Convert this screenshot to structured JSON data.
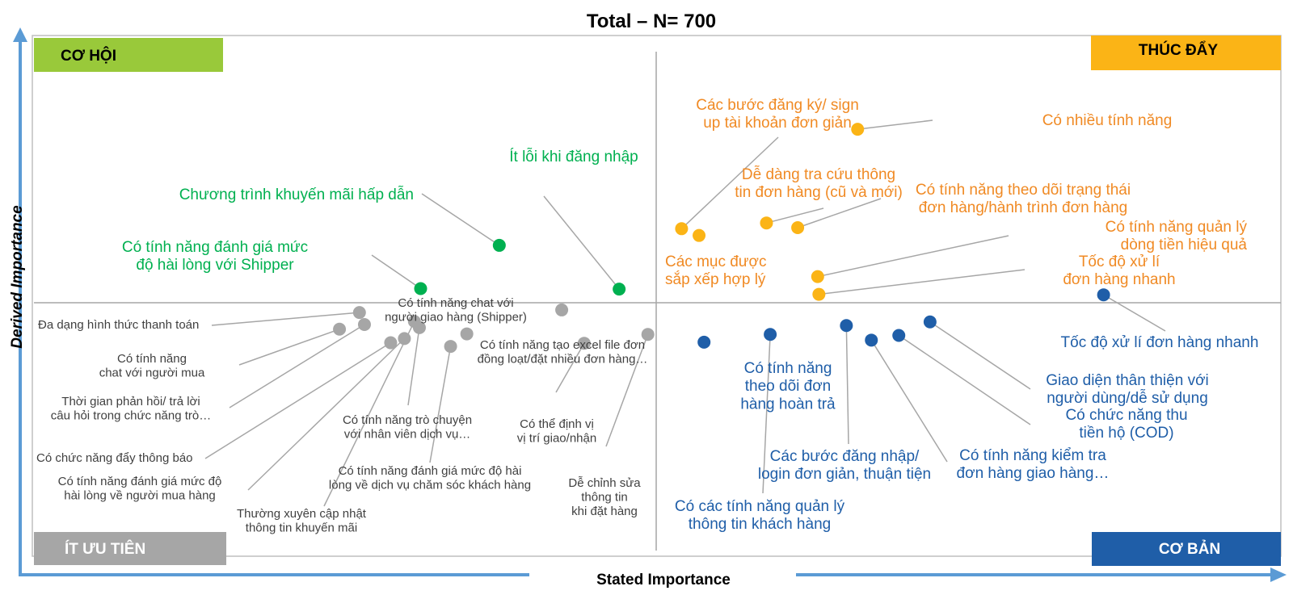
{
  "chart_data": {
    "type": "scatter",
    "title": "Total – N= 700",
    "xlabel": "Stated Importance",
    "ylabel": "Derived Importance",
    "xlim": [
      0,
      100
    ],
    "ylim": [
      0,
      100
    ],
    "grid": false,
    "quadrants": [
      {
        "key": "top_left",
        "label": "CƠ HỘI",
        "color": "#99C93A"
      },
      {
        "key": "top_right",
        "label": "THÚC ĐẨY",
        "color": "#FBB416"
      },
      {
        "key": "bottom_left",
        "label": "ÍT ƯU TIÊN",
        "color": "#A6A6A6"
      },
      {
        "key": "bottom_right",
        "label": "CƠ BẢN",
        "color": "#1F5EA8"
      }
    ],
    "series": [
      {
        "quadrant": "top_left",
        "color": "#00B050",
        "points": [
          {
            "label": "Chương trình khuyến mãi hấp dẫn",
            "x": 37.4,
            "y": 59.7
          },
          {
            "label": "Ít lỗi khi đăng nhập",
            "x": 47.0,
            "y": 51.3
          },
          {
            "label": "Có tính năng đánh giá mức độ hài lòng với Shipper",
            "x": 31.1,
            "y": 51.4
          }
        ]
      },
      {
        "quadrant": "top_right",
        "color": "#FBB416",
        "points": [
          {
            "label": "Có nhiều tính năng",
            "x": 66.1,
            "y": 82.0
          },
          {
            "label": "Các bước đăng ký/ sign up tài khoản đơn giản",
            "x": 52.0,
            "y": 62.9
          },
          {
            "label": "Các mục được sắp xếp hợp lý",
            "x": 53.4,
            "y": 61.6
          },
          {
            "label": "Dễ dàng tra cứu thông tin đơn hàng (cũ và mới)",
            "x": 58.8,
            "y": 64.0
          },
          {
            "label": "Có tính năng theo dõi trạng thái đơn hàng/hành trình đơn hàng",
            "x": 61.3,
            "y": 63.1
          },
          {
            "label": "Có tính năng quản lý dòng tiền hiệu quả",
            "x": 62.9,
            "y": 53.7
          },
          {
            "label": "Tốc độ xử lí đơn hàng nhanh",
            "x": 63.0,
            "y": 50.3
          }
        ]
      },
      {
        "quadrant": "bottom_right",
        "color": "#1F5EA8",
        "points": [
          {
            "label": "Tốc độ xử lí đơn hàng nhanh",
            "x": 85.8,
            "y": 50.2
          },
          {
            "label": "Có tính năng theo dõi đơn hàng hoàn trả",
            "x": 53.8,
            "y": 41.1
          },
          {
            "label": "Có các tính năng quản lý thông tin khách hàng",
            "x": 59.1,
            "y": 42.6
          },
          {
            "label": "Các bước đăng nhập/ login đơn giản, thuận tiện",
            "x": 65.2,
            "y": 44.3
          },
          {
            "label": "Có tính năng kiểm tra đơn hàng giao hàng…",
            "x": 67.2,
            "y": 41.5
          },
          {
            "label": "Có chức năng thu tiền hộ (COD)",
            "x": 69.4,
            "y": 42.4
          },
          {
            "label": "Giao diện thân thiện với người dùng/dễ sử dụng",
            "x": 71.9,
            "y": 45.0
          }
        ]
      },
      {
        "quadrant": "bottom_left",
        "color": "#A6A6A6",
        "points": [
          {
            "label": "Đa dạng hình thức thanh toán",
            "x": 26.2,
            "y": 46.8
          },
          {
            "label": "Có tính năng chat với người mua",
            "x": 24.6,
            "y": 43.6
          },
          {
            "label": "Thời gian phản hồi/ trả lời câu hỏi trong chức năng trò…",
            "x": 26.6,
            "y": 44.5
          },
          {
            "label": "Có chức năng đẩy thông báo",
            "x": 28.7,
            "y": 41.0
          },
          {
            "label": "Có tính năng đánh giá mức độ hài lòng về người mua hàng",
            "x": 29.8,
            "y": 41.8
          },
          {
            "label": "Thường xuyên cập nhật thông tin khuyến mãi",
            "x": 30.6,
            "y": 45.1
          },
          {
            "label": "Có tính năng trò chuyện với nhân viên dịch vụ…",
            "x": 31.0,
            "y": 43.9
          },
          {
            "label": "Có tính năng đánh giá mức độ hài lòng về dịch vụ chăm sóc khách hàng",
            "x": 33.5,
            "y": 40.3
          },
          {
            "label": "Có tính năng chat với người giao hàng (Shipper)",
            "x": 34.8,
            "y": 42.7
          },
          {
            "label": "Có tính năng tạo excel file đơn đồng loạt/đặt nhiều đơn hàng…",
            "x": 42.4,
            "y": 47.3
          },
          {
            "label": "Có thể định vị vị trí giao/nhận",
            "x": 44.2,
            "y": 40.9
          },
          {
            "label": "Dễ chỉnh sửa thông tin khi đặt hàng",
            "x": 49.3,
            "y": 42.6
          }
        ]
      }
    ]
  }
}
